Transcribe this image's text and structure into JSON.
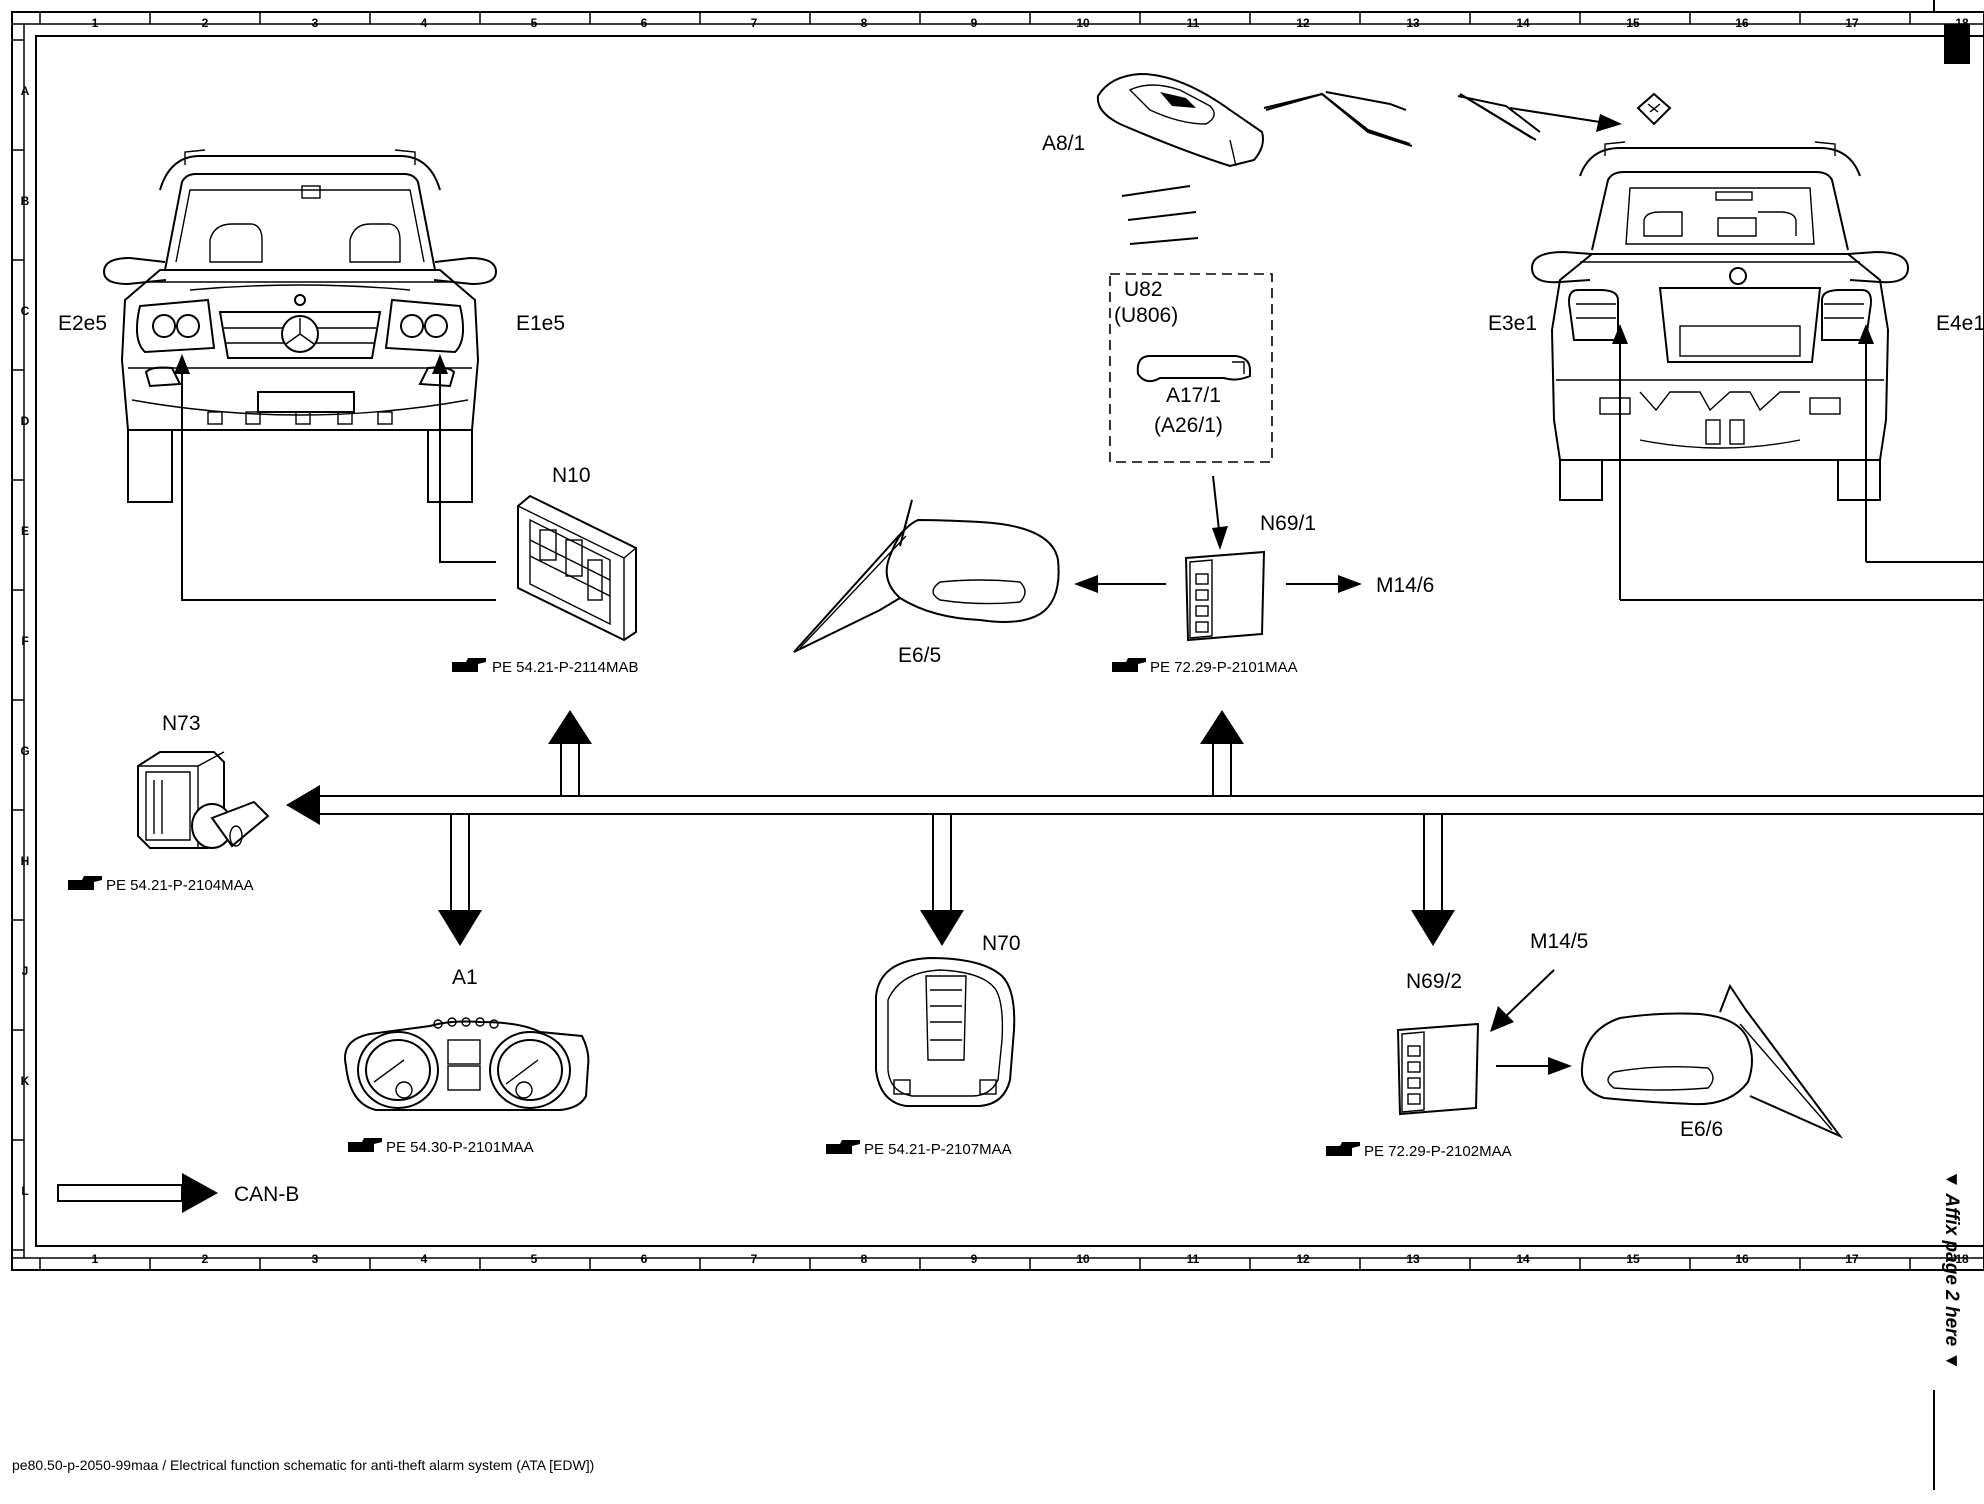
{
  "grid": {
    "columns": [
      "1",
      "2",
      "3",
      "4",
      "5",
      "6",
      "7",
      "8",
      "9",
      "10",
      "11",
      "12",
      "13",
      "14",
      "15",
      "16",
      "17",
      "18"
    ],
    "rows": [
      "A",
      "B",
      "C",
      "D",
      "E",
      "F",
      "G",
      "H",
      "J",
      "K",
      "L"
    ]
  },
  "components": {
    "e2e5": "E2e5",
    "e1e5": "E1e5",
    "e3e1": "E3e1",
    "e4e1": "E4e1",
    "a8_1": "A8/1",
    "u82": "U82",
    "u806": "(U806)",
    "a17_1": "A17/1",
    "a26_1": "(A26/1)",
    "n10": "N10",
    "n69_1": "N69/1",
    "m14_6": "M14/6",
    "e6_5": "E6/5",
    "n73": "N73",
    "a1": "A1",
    "n70": "N70",
    "n69_2": "N69/2",
    "m14_5": "M14/5",
    "e6_6": "E6/6"
  },
  "references": {
    "n10_ref": "PE 54.21-P-2114MAB",
    "n69_1_ref": "PE 72.29-P-2101MAA",
    "n73_ref": "PE 54.21-P-2104MAA",
    "a1_ref": "PE 54.30-P-2101MAA",
    "n70_ref": "PE 54.21-P-2107MAA",
    "n69_2_ref": "PE 72.29-P-2102MAA"
  },
  "legend": {
    "can_b": "CAN-B"
  },
  "side_note": "▼ Affix page 2 here ▼",
  "footer": {
    "caption": "pe80.50-p-2050-99maa / Electrical function schematic for anti-theft alarm system (ATA [EDW])"
  }
}
